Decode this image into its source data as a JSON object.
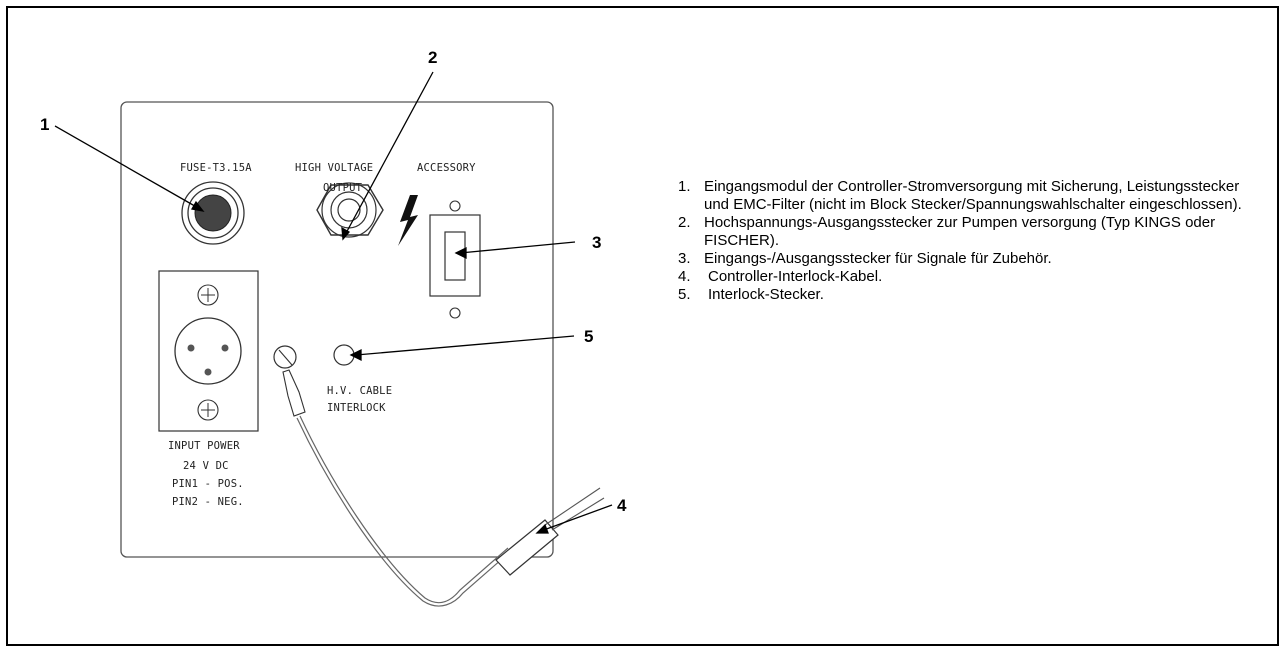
{
  "panel_labels": {
    "fuse": "FUSE-T3.15A",
    "hv_line1": "HIGH VOLTAGE",
    "hv_line2": "OUTPUT",
    "accessory": "ACCESSORY",
    "hv_cable_line1": "H.V. CABLE",
    "hv_cable_line2": "INTERLOCK",
    "input_power": "INPUT POWER",
    "voltage": "24 V DC",
    "pin1": "PIN1 - POS.",
    "pin2": "PIN2 - NEG."
  },
  "callouts": [
    "1",
    "2",
    "3",
    "4",
    "5"
  ],
  "legend": [
    {
      "num": "1.",
      "text": "Eingangsmodul der Controller-Stromversorgung mit Sicherung, Leistungsstecker und EMC-Filter (nicht im Block Stecker/Spannungswahlschalter eingeschlossen)."
    },
    {
      "num": "2.",
      "text": "Hochspannungs-Ausgangsstecker zur Pumpen versorgung (Typ KINGS oder FISCHER)."
    },
    {
      "num": "3.",
      "text": "Eingangs-/Ausgangsstecker für Signale für Zubehör."
    },
    {
      "num": "4.",
      "text": "Controller-Interlock-Kabel."
    },
    {
      "num": "5.",
      "text": "Interlock-Stecker."
    }
  ]
}
